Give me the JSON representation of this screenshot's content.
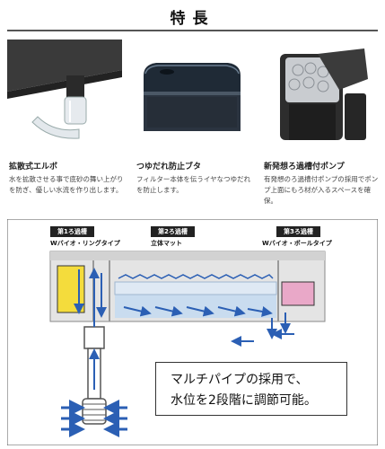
{
  "header": {
    "title": "特長"
  },
  "features": [
    {
      "title": "拡散式エルボ",
      "description": "水を拡散させる事で底砂の舞い上がりを防ぎ、優しい水流を作り出します。"
    },
    {
      "title": "つゆだれ防止ブタ",
      "description": "フィルター本体を伝うイヤなつゆだれを防止します。"
    },
    {
      "title": "新発想ろ過槽付ポンプ",
      "description": "有発想のろ過槽付ポンプの採用でポンプ上面にもろ材が入るスペースを確保。"
    }
  ],
  "diagram": {
    "chambers": [
      {
        "label": "第1ろ過槽",
        "sub": "Wバイオ・リングタイプ"
      },
      {
        "label": "第2ろ過槽",
        "sub": "立体マット"
      },
      {
        "label": "第3ろ過槽",
        "sub": "Wバイオ・ボールタイプ"
      }
    ],
    "note": {
      "line1": "マルチパイプの採用で、",
      "line2": "水位を2段階に調節可能。"
    }
  },
  "colors": {
    "arrow_blue": "#2b5fb4",
    "water_blue": "#c9dcef",
    "yellow": "#f4dc3c",
    "pink": "#e9a8c8"
  }
}
